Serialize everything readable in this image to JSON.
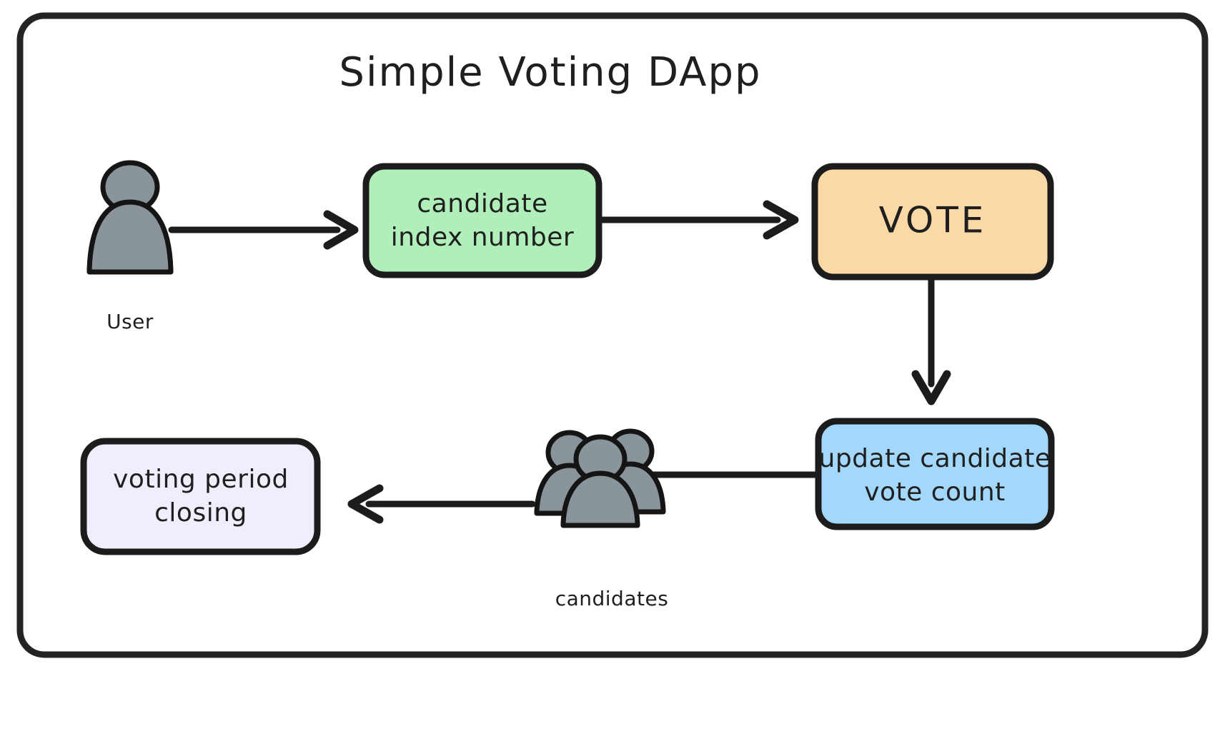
{
  "diagram": {
    "title": "Simple Voting DApp",
    "frame": {
      "border_color": "#232323",
      "background": "#ffffff"
    },
    "nodes": [
      {
        "id": "user",
        "kind": "person-icon",
        "label": "User",
        "fill": "#8a949b",
        "stroke": "#151515"
      },
      {
        "id": "candidate-index",
        "kind": "box",
        "line1": "candidate",
        "line2": "index number",
        "fill": "#b0efb9",
        "stroke": "#1c1c1c"
      },
      {
        "id": "vote",
        "kind": "box",
        "line1": "VOTE",
        "line2": "",
        "fill": "#fbd9a6",
        "stroke": "#1c1c1c"
      },
      {
        "id": "update-count",
        "kind": "box",
        "line1": "update candidate",
        "line2": "vote count",
        "fill": "#a3d8fb",
        "stroke": "#1c1c1c"
      },
      {
        "id": "candidates",
        "kind": "people-icon",
        "label": "candidates",
        "fill": "#8a949b",
        "stroke": "#151515"
      },
      {
        "id": "voting-period-closing",
        "kind": "box",
        "line1": "voting period",
        "line2": "closing",
        "fill": "#f0eefc",
        "stroke": "#1c1c1c"
      }
    ],
    "edges": [
      {
        "id": "user-to-candidate-index",
        "from": "user",
        "to": "candidate-index",
        "direction": "right"
      },
      {
        "id": "candidate-index-to-vote",
        "from": "candidate-index",
        "to": "vote",
        "direction": "right"
      },
      {
        "id": "vote-to-update-count",
        "from": "vote",
        "to": "update-count",
        "direction": "down"
      },
      {
        "id": "update-count-to-candidates",
        "from": "update-count",
        "to": "candidates",
        "direction": "left"
      },
      {
        "id": "candidates-to-voting-period-closing",
        "from": "candidates",
        "to": "voting-period-closing",
        "direction": "left"
      }
    ]
  }
}
